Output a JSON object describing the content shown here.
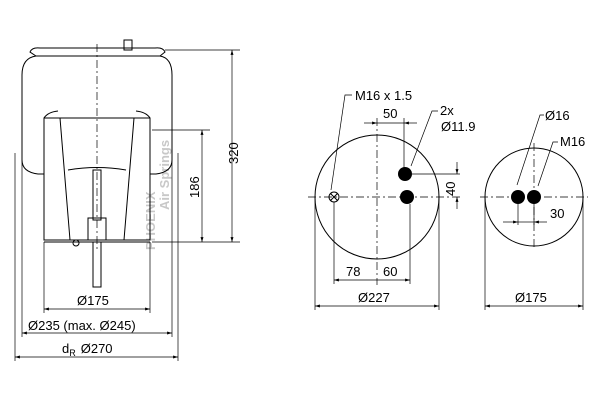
{
  "watermark": {
    "brand": "PHOENIX",
    "tagline": "Air Springs"
  },
  "side_view": {
    "height_total": "320",
    "height_piston": "186",
    "dia_piston": "Ø175",
    "dia_bellows": "Ø235 (max. Ø245)",
    "dia_roll_prefix": "d",
    "dia_roll_sub": "R",
    "dia_roll": "Ø270"
  },
  "top_plate_view": {
    "thread_label": "M16 x 1.5",
    "holes_count": "2x",
    "holes_dia": "Ø11.9",
    "dim_50": "50",
    "dim_40": "40",
    "dim_78": "78",
    "dim_60": "60",
    "dia": "Ø227"
  },
  "bottom_view": {
    "hole_dia": "Ø16",
    "thread_label": "M16",
    "dim_30": "30",
    "dia": "Ø175"
  }
}
